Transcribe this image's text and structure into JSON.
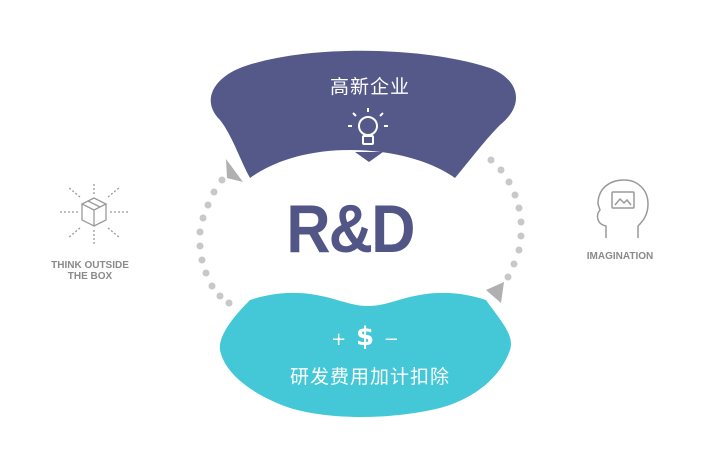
{
  "diagram": {
    "title": "R&D",
    "top_segment": {
      "label": "高新企业",
      "icon": "lightbulb-icon",
      "color": "#55598a"
    },
    "bottom_segment": {
      "label": "研发费用加计扣除",
      "icon": "dollar-sign-icon",
      "plus": "+",
      "dollar": "$",
      "minus": "−",
      "color": "#44c8d7"
    },
    "left_item": {
      "icon": "box-arrows-icon",
      "line1": "THINK OUTSIDE",
      "line2": "THE BOX"
    },
    "right_item": {
      "icon": "head-picture-icon",
      "label": "IMAGINATION"
    },
    "dot_color": "#c8c8c8",
    "arrow_color": "#b0b0b0"
  }
}
